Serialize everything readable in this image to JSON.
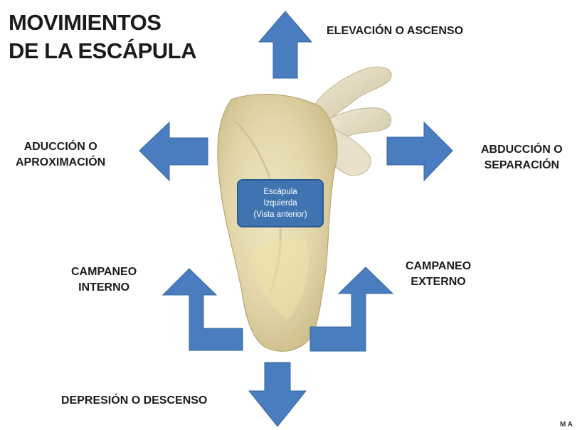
{
  "title": {
    "line1": "MOVIMIENTOS",
    "line2": "DE LA ESCÁPULA"
  },
  "labels": {
    "elevation": "ELEVACIÓN O ASCENSO",
    "adduction": {
      "line1": "ADUCCIÓN O",
      "line2": "APROXIMACIÓN"
    },
    "abduction": {
      "line1": "ABDUCCIÓN O",
      "line2": "SEPARACIÓN"
    },
    "internal_rotation": {
      "line1": "CAMPANEO",
      "line2": "INTERNO"
    },
    "external_rotation": {
      "line1": "CAMPANEO",
      "line2": "EXTERNO"
    },
    "depression": "DEPRESIÓN O DESCENSO"
  },
  "bone_label": {
    "line1": "Escápula",
    "line2": "Izquierda",
    "line3": "(Vista anterior)"
  },
  "corner_mark": "M A",
  "colors": {
    "arrow": "#4a7dbf",
    "arrow_border": "#3565a0",
    "bone": "#e6dcb8",
    "bone_shadow": "#c9b983",
    "label_box": "#3f74b1"
  }
}
